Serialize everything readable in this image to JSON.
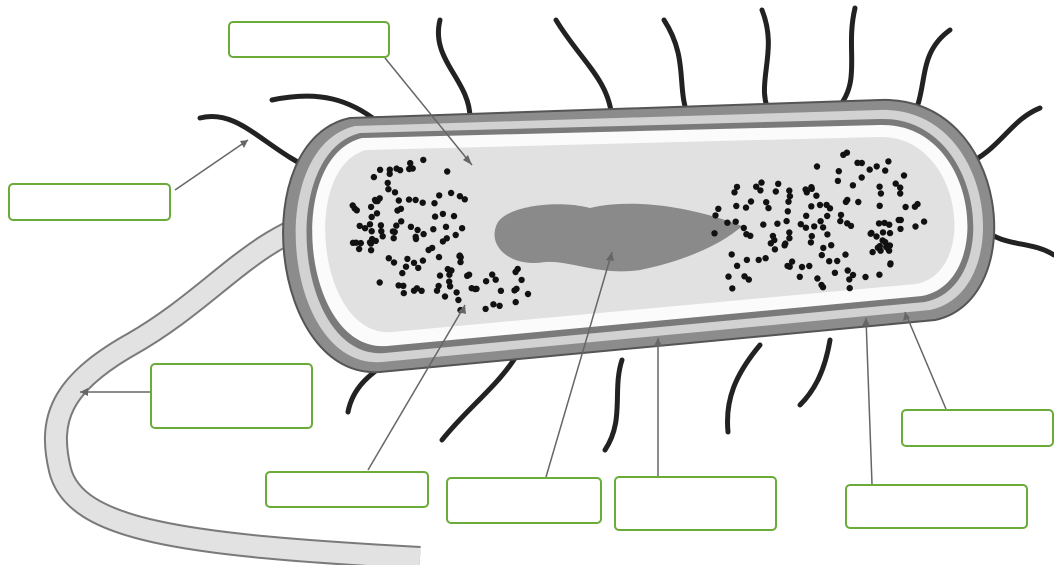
{
  "diagram": {
    "colors": {
      "label_border": "#6aab3a",
      "capsule": "#8c8c8c",
      "cell_wall": "#d2d2d2",
      "membrane": "#7a7a7a",
      "cytoplasm": "#e1e1e1",
      "nucleoid": "#8a8a8a",
      "ribosome": "#111111",
      "flagellum_fill": "#e2e2e2",
      "flagellum_stroke": "#7a7a7a",
      "pili": "#222222",
      "leader": "#666666"
    },
    "labels": [
      {
        "id": "top",
        "text": ""
      },
      {
        "id": "left",
        "text": ""
      },
      {
        "id": "flagellum",
        "text": ""
      },
      {
        "id": "bottom-1",
        "text": ""
      },
      {
        "id": "bottom-2",
        "text": ""
      },
      {
        "id": "bottom-3",
        "text": ""
      },
      {
        "id": "bottom-4",
        "text": ""
      },
      {
        "id": "right",
        "text": ""
      }
    ]
  }
}
